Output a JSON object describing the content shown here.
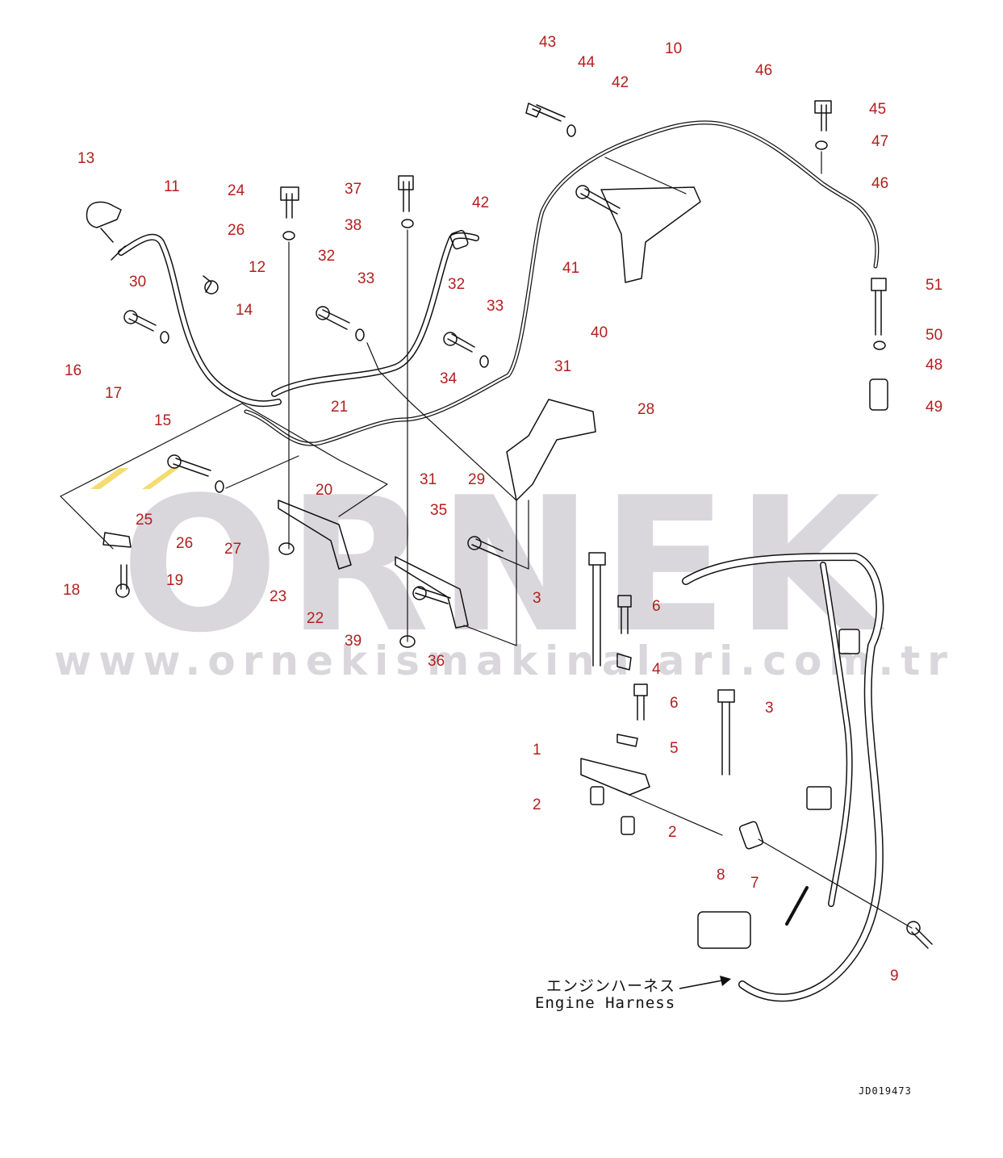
{
  "watermark": {
    "brand": "ÖRNEK",
    "url": "www.ornekismakinalari.com.tr"
  },
  "drawing_code": "JD019473",
  "caption": {
    "japanese": "エンジンハーネス",
    "english": "Engine Harness"
  },
  "callouts": [
    "1",
    "2",
    "2",
    "3",
    "3",
    "4",
    "5",
    "6",
    "6",
    "7",
    "8",
    "9",
    "10",
    "11",
    "12",
    "13",
    "14",
    "15",
    "16",
    "17",
    "18",
    "19",
    "20",
    "21",
    "22",
    "23",
    "24",
    "25",
    "26",
    "26",
    "27",
    "28",
    "29",
    "30",
    "31",
    "31",
    "32",
    "32",
    "33",
    "33",
    "34",
    "35",
    "36",
    "37",
    "38",
    "39",
    "40",
    "41",
    "42",
    "42",
    "43",
    "44",
    "45",
    "46",
    "46",
    "47",
    "48",
    "49",
    "50",
    "51"
  ],
  "colors": {
    "callout": "#b41e1e",
    "line": "#111111",
    "watermark": "#d9d7dc",
    "watermark_accent": "#f4dc73"
  }
}
